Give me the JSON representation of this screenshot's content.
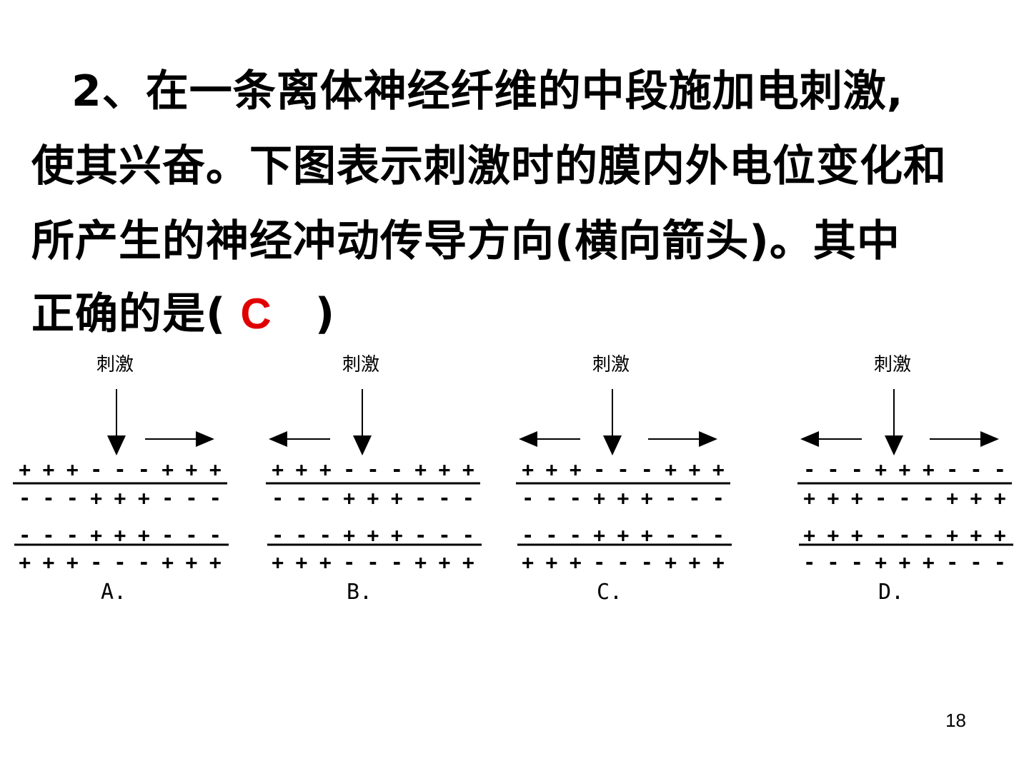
{
  "question": {
    "lines": [
      "2、在一条离体神经纤维的中段施加电刺激,",
      "使其兴奋。下图表示刺激时的膜内外电位变化和",
      "所产生的神经冲动传导方向(横向箭头)。其中",
      "正确的是("
    ],
    "answer": "C",
    "closing": ")"
  },
  "page_number": "18",
  "stimulus_label": "刺激",
  "options": [
    {
      "label": "A.",
      "arrows": "right",
      "row1": [
        "+",
        "+",
        "+",
        "-",
        "-",
        "-",
        "+",
        "+",
        "+"
      ],
      "row2": [
        "-",
        "-",
        "-",
        "+",
        "+",
        "+",
        "-",
        "-",
        "-"
      ],
      "row3": [
        "-",
        "-",
        "-",
        "+",
        "+",
        "+",
        "-",
        "-",
        "-"
      ],
      "row4": [
        "+",
        "+",
        "+",
        "-",
        "-",
        "-",
        "+",
        "+",
        "+"
      ]
    },
    {
      "label": "B.",
      "arrows": "left",
      "row1": [
        "+",
        "+",
        "+",
        "-",
        "-",
        "-",
        "+",
        "+",
        "+"
      ],
      "row2": [
        "-",
        "-",
        "-",
        "+",
        "+",
        "+",
        "-",
        "-",
        "-"
      ],
      "row3": [
        "-",
        "-",
        "-",
        "+",
        "+",
        "+",
        "-",
        "-",
        "-"
      ],
      "row4": [
        "+",
        "+",
        "+",
        "-",
        "-",
        "-",
        "+",
        "+",
        "+"
      ]
    },
    {
      "label": "C.",
      "arrows": "both",
      "row1": [
        "+",
        "+",
        "+",
        "-",
        "-",
        "-",
        "+",
        "+",
        "+"
      ],
      "row2": [
        "-",
        "-",
        "-",
        "+",
        "+",
        "+",
        "-",
        "-",
        "-"
      ],
      "row3": [
        "-",
        "-",
        "-",
        "+",
        "+",
        "+",
        "-",
        "-",
        "-"
      ],
      "row4": [
        "+",
        "+",
        "+",
        "-",
        "-",
        "-",
        "+",
        "+",
        "+"
      ]
    },
    {
      "label": "D.",
      "arrows": "both",
      "row1": [
        "-",
        "-",
        "-",
        "+",
        "+",
        "+",
        "-",
        "-",
        "-"
      ],
      "row2": [
        "+",
        "+",
        "+",
        "-",
        "-",
        "-",
        "+",
        "+",
        "+"
      ],
      "row3": [
        "+",
        "+",
        "+",
        "-",
        "-",
        "-",
        "+",
        "+",
        "+"
      ],
      "row4": [
        "-",
        "-",
        "-",
        "+",
        "+",
        "+",
        "-",
        "-",
        "-"
      ]
    }
  ]
}
